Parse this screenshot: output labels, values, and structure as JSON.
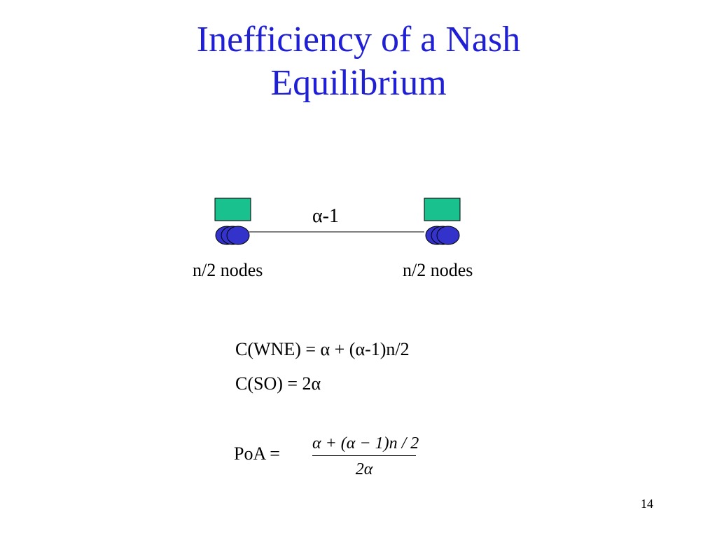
{
  "slide": {
    "title_line1": "Inefficiency of a Nash",
    "title_line2": "Equilibrium",
    "edge_label": "α-1",
    "left_group_label": "n/2 nodes",
    "right_group_label": "n/2 nodes",
    "cost_wne": "C(WNE) = α + (α-1)n/2",
    "cost_so": "C(SO) = 2α",
    "poa_label": "PoA =",
    "poa_numerator": "α + (α − 1)n / 2",
    "poa_denominator": "2α",
    "page_number": "14"
  },
  "colors": {
    "title": "#1f1fd6",
    "box_fill": "#19c18f",
    "node_fill": "#3333cc"
  }
}
